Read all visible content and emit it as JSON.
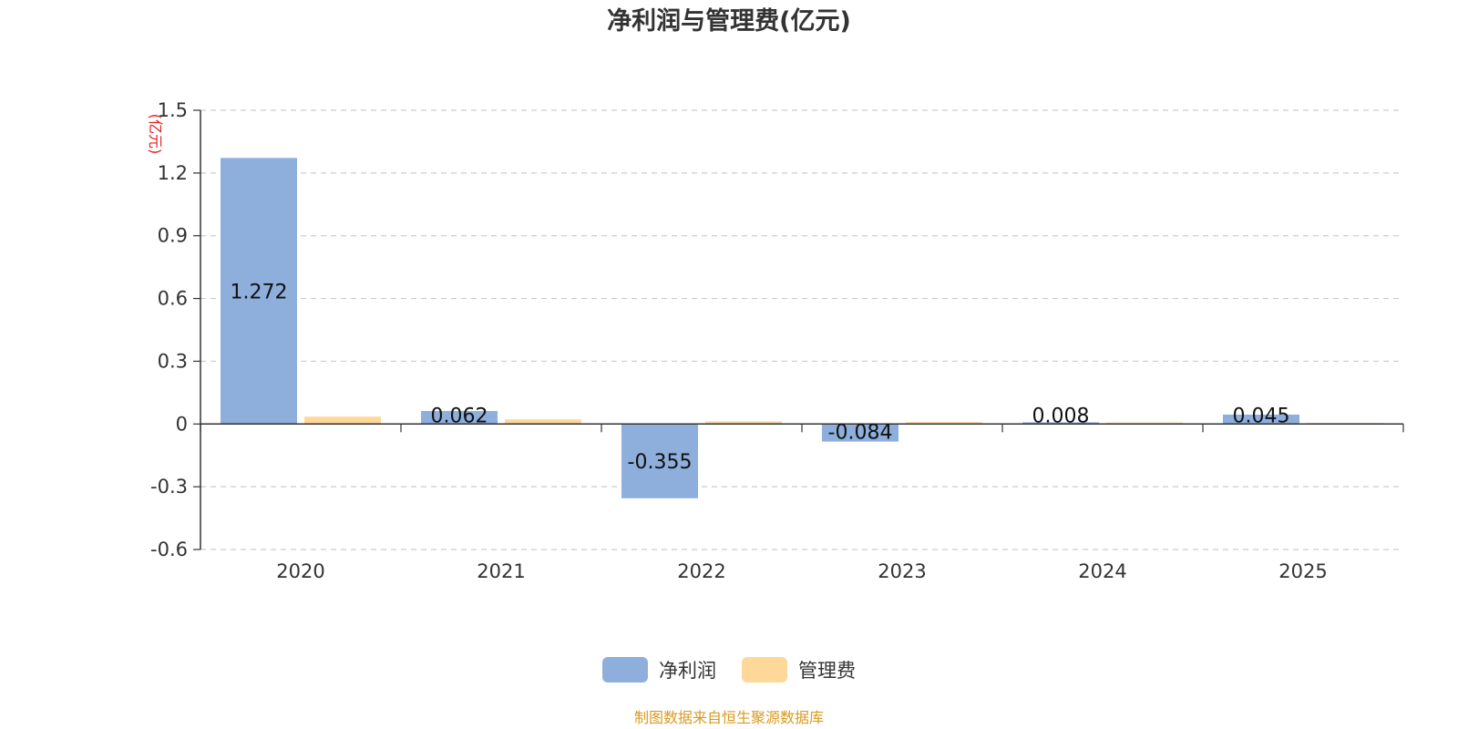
{
  "title": "净利润与管理费(亿元)",
  "source": "制图数据来自恒生聚源数据库",
  "chart_data": {
    "type": "bar",
    "title": "净利润与管理费(亿元)",
    "ylabel": "(亿元)",
    "xlabel": "",
    "categories": [
      "2020",
      "2021",
      "2022",
      "2023",
      "2024",
      "2025"
    ],
    "ylim": [
      -0.6,
      1.5
    ],
    "yticks": [
      1.5,
      1.2,
      0.9,
      0.6,
      0.3,
      0,
      -0.3,
      -0.6
    ],
    "ytick_labels": [
      "1.5",
      "1.2",
      "0.9",
      "0.6",
      "0.3",
      "0",
      "-0.3",
      "-0.6"
    ],
    "grid": true,
    "legend_position": "bottom-center",
    "series": [
      {
        "name": "净利润",
        "color": "#8eaedc",
        "values": [
          1.272,
          0.062,
          -0.355,
          -0.084,
          0.008,
          0.045
        ],
        "labels": [
          "1.272",
          "0.062",
          "-0.355",
          "-0.084",
          "0.008",
          "0.045"
        ]
      },
      {
        "name": "管理费",
        "color": "#fdd898",
        "values": [
          0.035,
          0.022,
          0.012,
          0.009,
          0.007,
          0.005
        ]
      }
    ]
  }
}
